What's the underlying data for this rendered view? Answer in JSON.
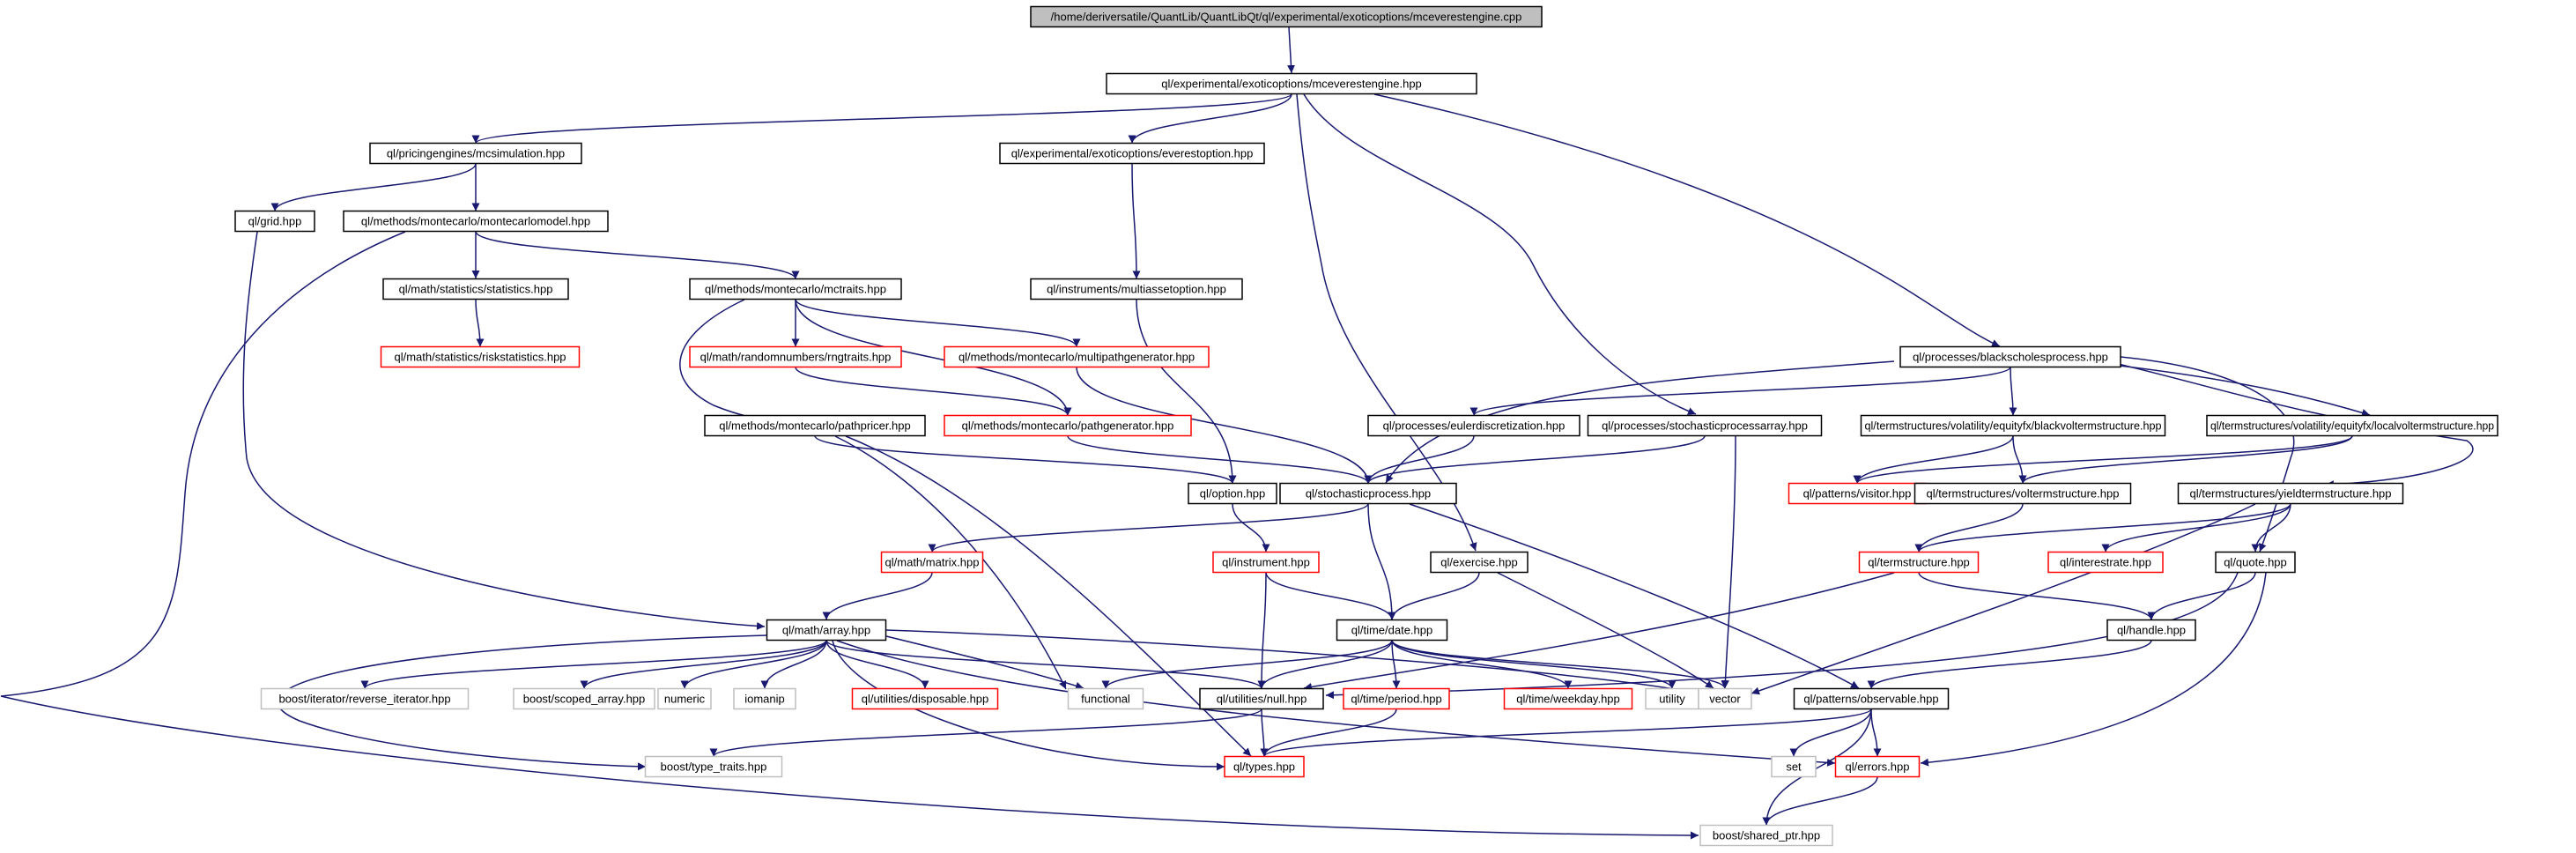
{
  "colors": {
    "edge": "#191970",
    "border_normal": "#000000",
    "border_truncated": "#ff0000",
    "border_external": "#bfbfbf",
    "root_fill": "#bfbfbf",
    "fill": "#ffffff"
  },
  "nodes": [
    {
      "id": "root",
      "label": "/home/deriversatile/QuantLib/QuantLibQt/ql/experimental/exoticoptions/mceverestengine.cpp",
      "kind": "root"
    },
    {
      "id": "mcev",
      "label": "ql/experimental/exoticoptions/mceverestengine.hpp",
      "kind": "normal"
    },
    {
      "id": "mcsim",
      "label": "ql/pricingengines/mcsimulation.hpp",
      "kind": "normal"
    },
    {
      "id": "everest",
      "label": "ql/experimental/exoticoptions/everestoption.hpp",
      "kind": "normal"
    },
    {
      "id": "grid",
      "label": "ql/grid.hpp",
      "kind": "normal"
    },
    {
      "id": "mcmodel",
      "label": "ql/methods/montecarlo/montecarlomodel.hpp",
      "kind": "normal"
    },
    {
      "id": "stats",
      "label": "ql/math/statistics/statistics.hpp",
      "kind": "normal"
    },
    {
      "id": "mctraits",
      "label": "ql/methods/montecarlo/mctraits.hpp",
      "kind": "normal"
    },
    {
      "id": "multiasset",
      "label": "ql/instruments/multiassetoption.hpp",
      "kind": "normal"
    },
    {
      "id": "riskstats",
      "label": "ql/math/statistics/riskstatistics.hpp",
      "kind": "truncated"
    },
    {
      "id": "rngtraits",
      "label": "ql/math/randomnumbers/rngtraits.hpp",
      "kind": "truncated"
    },
    {
      "id": "multipath",
      "label": "ql/methods/montecarlo/multipathgenerator.hpp",
      "kind": "truncated"
    },
    {
      "id": "bsp",
      "label": "ql/processes/blackscholesprocess.hpp",
      "kind": "normal"
    },
    {
      "id": "pathpricer",
      "label": "ql/methods/montecarlo/pathpricer.hpp",
      "kind": "normal"
    },
    {
      "id": "pathgen",
      "label": "ql/methods/montecarlo/pathgenerator.hpp",
      "kind": "truncated"
    },
    {
      "id": "euler",
      "label": "ql/processes/eulerdiscretization.hpp",
      "kind": "normal"
    },
    {
      "id": "spa",
      "label": "ql/processes/stochasticprocessarray.hpp",
      "kind": "normal"
    },
    {
      "id": "bvts",
      "label": "ql/termstructures/volatility/equityfx/blackvoltermstructure.hpp",
      "kind": "normal"
    },
    {
      "id": "lvts",
      "label": "ql/termstructures/volatility/equityfx/localvoltermstructure.hpp",
      "kind": "normal"
    },
    {
      "id": "option",
      "label": "ql/option.hpp",
      "kind": "normal"
    },
    {
      "id": "sp",
      "label": "ql/stochasticprocess.hpp",
      "kind": "normal"
    },
    {
      "id": "visitor",
      "label": "ql/patterns/visitor.hpp",
      "kind": "truncated"
    },
    {
      "id": "vts",
      "label": "ql/termstructures/voltermstructure.hpp",
      "kind": "normal"
    },
    {
      "id": "yts",
      "label": "ql/termstructures/yieldtermstructure.hpp",
      "kind": "normal"
    },
    {
      "id": "matrix",
      "label": "ql/math/matrix.hpp",
      "kind": "truncated"
    },
    {
      "id": "instrument",
      "label": "ql/instrument.hpp",
      "kind": "truncated"
    },
    {
      "id": "exercise",
      "label": "ql/exercise.hpp",
      "kind": "normal"
    },
    {
      "id": "ts",
      "label": "ql/termstructure.hpp",
      "kind": "truncated"
    },
    {
      "id": "interest",
      "label": "ql/interestrate.hpp",
      "kind": "truncated"
    },
    {
      "id": "quote",
      "label": "ql/quote.hpp",
      "kind": "normal"
    },
    {
      "id": "array",
      "label": "ql/math/array.hpp",
      "kind": "normal"
    },
    {
      "id": "date",
      "label": "ql/time/date.hpp",
      "kind": "normal"
    },
    {
      "id": "handle",
      "label": "ql/handle.hpp",
      "kind": "normal"
    },
    {
      "id": "revit",
      "label": "boost/iterator/reverse_iterator.hpp",
      "kind": "external"
    },
    {
      "id": "scoped",
      "label": "boost/scoped_array.hpp",
      "kind": "external"
    },
    {
      "id": "numeric",
      "label": "numeric",
      "kind": "external"
    },
    {
      "id": "iomanip",
      "label": "iomanip",
      "kind": "external"
    },
    {
      "id": "disposable",
      "label": "ql/utilities/disposable.hpp",
      "kind": "truncated"
    },
    {
      "id": "functional",
      "label": "functional",
      "kind": "external"
    },
    {
      "id": "null",
      "label": "ql/utilities/null.hpp",
      "kind": "normal"
    },
    {
      "id": "period",
      "label": "ql/time/period.hpp",
      "kind": "truncated"
    },
    {
      "id": "weekday",
      "label": "ql/time/weekday.hpp",
      "kind": "truncated"
    },
    {
      "id": "utility",
      "label": "utility",
      "kind": "external"
    },
    {
      "id": "vector",
      "label": "vector",
      "kind": "external"
    },
    {
      "id": "observable",
      "label": "ql/patterns/observable.hpp",
      "kind": "normal"
    },
    {
      "id": "typetraits",
      "label": "boost/type_traits.hpp",
      "kind": "external"
    },
    {
      "id": "types",
      "label": "ql/types.hpp",
      "kind": "truncated"
    },
    {
      "id": "set",
      "label": "set",
      "kind": "external"
    },
    {
      "id": "errors",
      "label": "ql/errors.hpp",
      "kind": "truncated"
    },
    {
      "id": "sharedptr",
      "label": "boost/shared_ptr.hpp",
      "kind": "external"
    }
  ],
  "edges": [
    [
      "root",
      "mcev"
    ],
    [
      "mcev",
      "mcsim"
    ],
    [
      "mcev",
      "everest"
    ],
    [
      "mcev",
      "bsp"
    ],
    [
      "mcev",
      "spa"
    ],
    [
      "mcev",
      "exercise"
    ],
    [
      "mcsim",
      "grid"
    ],
    [
      "mcsim",
      "mcmodel"
    ],
    [
      "grid",
      "array"
    ],
    [
      "mcmodel",
      "stats"
    ],
    [
      "mcmodel",
      "mctraits"
    ],
    [
      "mcmodel",
      "sharedptr"
    ],
    [
      "stats",
      "riskstats"
    ],
    [
      "mctraits",
      "rngtraits"
    ],
    [
      "mctraits",
      "multipath"
    ],
    [
      "mctraits",
      "pathgen"
    ],
    [
      "mctraits",
      "pathpricer"
    ],
    [
      "rngtraits",
      "pathgen"
    ],
    [
      "multipath",
      "sp"
    ],
    [
      "pathgen",
      "sp"
    ],
    [
      "everest",
      "multiasset"
    ],
    [
      "multiasset",
      "option"
    ],
    [
      "pathpricer",
      "option"
    ],
    [
      "pathpricer",
      "functional"
    ],
    [
      "pathpricer",
      "types"
    ],
    [
      "bsp",
      "sp"
    ],
    [
      "bsp",
      "euler"
    ],
    [
      "bsp",
      "bvts"
    ],
    [
      "bsp",
      "lvts"
    ],
    [
      "bsp",
      "yts"
    ],
    [
      "bsp",
      "quote"
    ],
    [
      "euler",
      "sp"
    ],
    [
      "spa",
      "sp"
    ],
    [
      "spa",
      "vector"
    ],
    [
      "bvts",
      "visitor"
    ],
    [
      "bvts",
      "vts"
    ],
    [
      "lvts",
      "visitor"
    ],
    [
      "lvts",
      "vts"
    ],
    [
      "vts",
      "ts"
    ],
    [
      "yts",
      "ts"
    ],
    [
      "yts",
      "interest"
    ],
    [
      "yts",
      "quote"
    ],
    [
      "yts",
      "vector"
    ],
    [
      "option",
      "instrument"
    ],
    [
      "sp",
      "matrix"
    ],
    [
      "sp",
      "date"
    ],
    [
      "sp",
      "observable"
    ],
    [
      "matrix",
      "array"
    ],
    [
      "instrument",
      "date"
    ],
    [
      "instrument",
      "null"
    ],
    [
      "exercise",
      "date"
    ],
    [
      "exercise",
      "vector"
    ],
    [
      "ts",
      "handle"
    ],
    [
      "ts",
      "null"
    ],
    [
      "quote",
      "handle"
    ],
    [
      "quote",
      "null"
    ],
    [
      "quote",
      "errors"
    ],
    [
      "handle",
      "observable"
    ],
    [
      "array",
      "revit"
    ],
    [
      "array",
      "scoped"
    ],
    [
      "array",
      "numeric"
    ],
    [
      "array",
      "iomanip"
    ],
    [
      "array",
      "disposable"
    ],
    [
      "array",
      "functional"
    ],
    [
      "array",
      "null"
    ],
    [
      "array",
      "types"
    ],
    [
      "array",
      "errors"
    ],
    [
      "array",
      "vector"
    ],
    [
      "array",
      "typetraits"
    ],
    [
      "date",
      "functional"
    ],
    [
      "date",
      "null"
    ],
    [
      "date",
      "period"
    ],
    [
      "date",
      "weekday"
    ],
    [
      "date",
      "utility"
    ],
    [
      "date",
      "vector"
    ],
    [
      "null",
      "types"
    ],
    [
      "null",
      "typetraits"
    ],
    [
      "period",
      "types"
    ],
    [
      "observable",
      "types"
    ],
    [
      "observable",
      "set"
    ],
    [
      "observable",
      "errors"
    ],
    [
      "observable",
      "sharedptr"
    ],
    [
      "errors",
      "sharedptr"
    ]
  ]
}
